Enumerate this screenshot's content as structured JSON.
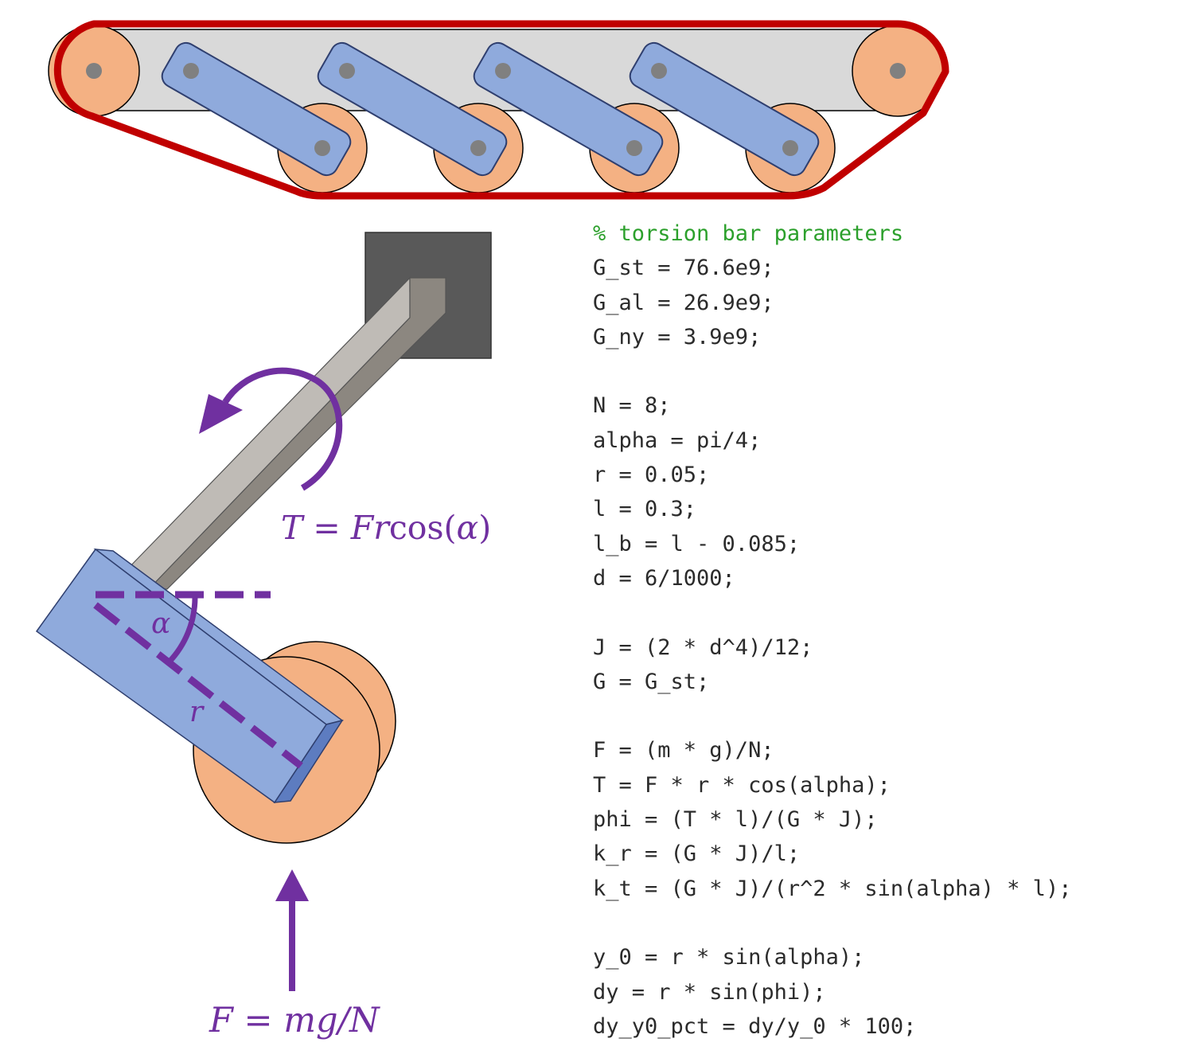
{
  "labels": {
    "torque_formula": {
      "lhs": "T",
      "eq": " = ",
      "rhs_var": "Fr",
      "rhs_func": "cos(",
      "rhs_arg": "α",
      "rhs_close": ")"
    },
    "force_formula": {
      "lhs": "F",
      "eq": " = ",
      "rhs": "mg/N"
    },
    "alpha_label": "α",
    "r_label": "r"
  },
  "code": {
    "lines": [
      {
        "text": "% torsion bar parameters",
        "kind": "comment"
      },
      {
        "text": "G_st = 76.6e9;",
        "kind": "code"
      },
      {
        "text": "G_al = 26.9e9;",
        "kind": "code"
      },
      {
        "text": "G_ny = 3.9e9;",
        "kind": "code"
      },
      {
        "text": "",
        "kind": "blank"
      },
      {
        "text": "N = 8;",
        "kind": "code"
      },
      {
        "text": "alpha = pi/4;",
        "kind": "code"
      },
      {
        "text": "r = 0.05;",
        "kind": "code"
      },
      {
        "text": "l = 0.3;",
        "kind": "code"
      },
      {
        "text": "l_b = l - 0.085;",
        "kind": "code"
      },
      {
        "text": "d = 6/1000;",
        "kind": "code"
      },
      {
        "text": "",
        "kind": "blank"
      },
      {
        "text": "J = (2 * d^4)/12;",
        "kind": "code"
      },
      {
        "text": "G = G_st;",
        "kind": "code"
      },
      {
        "text": "",
        "kind": "blank"
      },
      {
        "text": "F = (m * g)/N;",
        "kind": "code"
      },
      {
        "text": "T = F * r * cos(alpha);",
        "kind": "code"
      },
      {
        "text": "phi = (T * l)/(G * J);",
        "kind": "code"
      },
      {
        "text": "k_r = (G * J)/l;",
        "kind": "code"
      },
      {
        "text": "k_t = (G * J)/(r^2 * sin(alpha) * l);",
        "kind": "code"
      },
      {
        "text": "",
        "kind": "blank"
      },
      {
        "text": "y_0 = r * sin(alpha);",
        "kind": "code"
      },
      {
        "text": "dy = r * sin(phi);",
        "kind": "code"
      },
      {
        "text": "dy_y0_pct = dy/y_0 * 100;",
        "kind": "code"
      }
    ]
  },
  "colors": {
    "track": "#c00000",
    "wheel": "#f4b183",
    "arm": "#8faadc",
    "arm_stroke": "#2f3f6f",
    "accent": "#7030a0",
    "hull": "#d9d9d9",
    "mount": "#595959",
    "bar_front": "#bfbbb6",
    "bar_side": "#8c8780",
    "comment": "#2ca02c"
  }
}
